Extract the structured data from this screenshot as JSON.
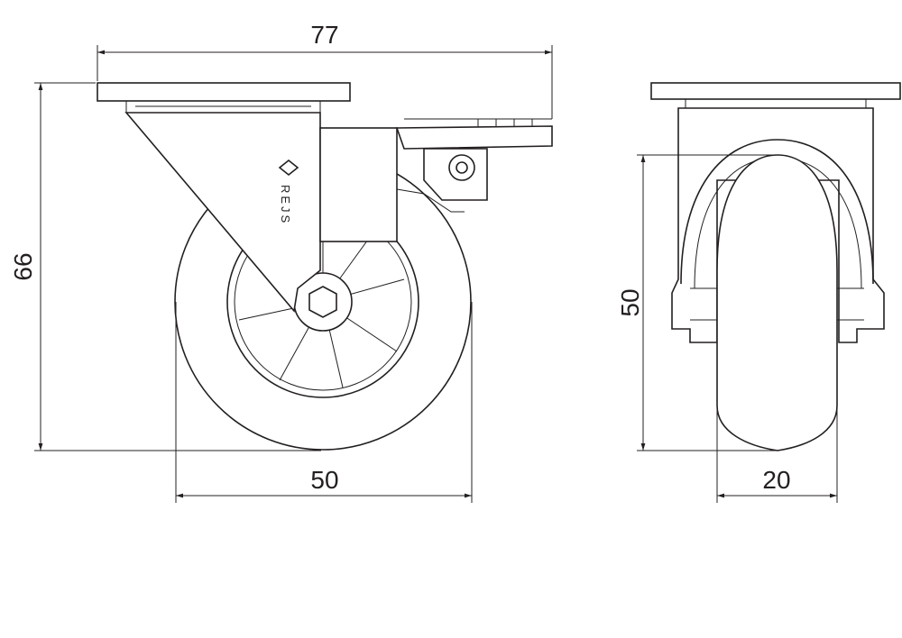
{
  "title": "Swivel castor with brake – technical drawing",
  "dimensions": {
    "overall_length": "77",
    "overall_height": "66",
    "wheel_diameter": "50",
    "wheel_height_side": "50",
    "wheel_width": "20"
  },
  "logo_text": "REJS",
  "colors": {
    "line": "#231f20",
    "background": "#ffffff"
  }
}
